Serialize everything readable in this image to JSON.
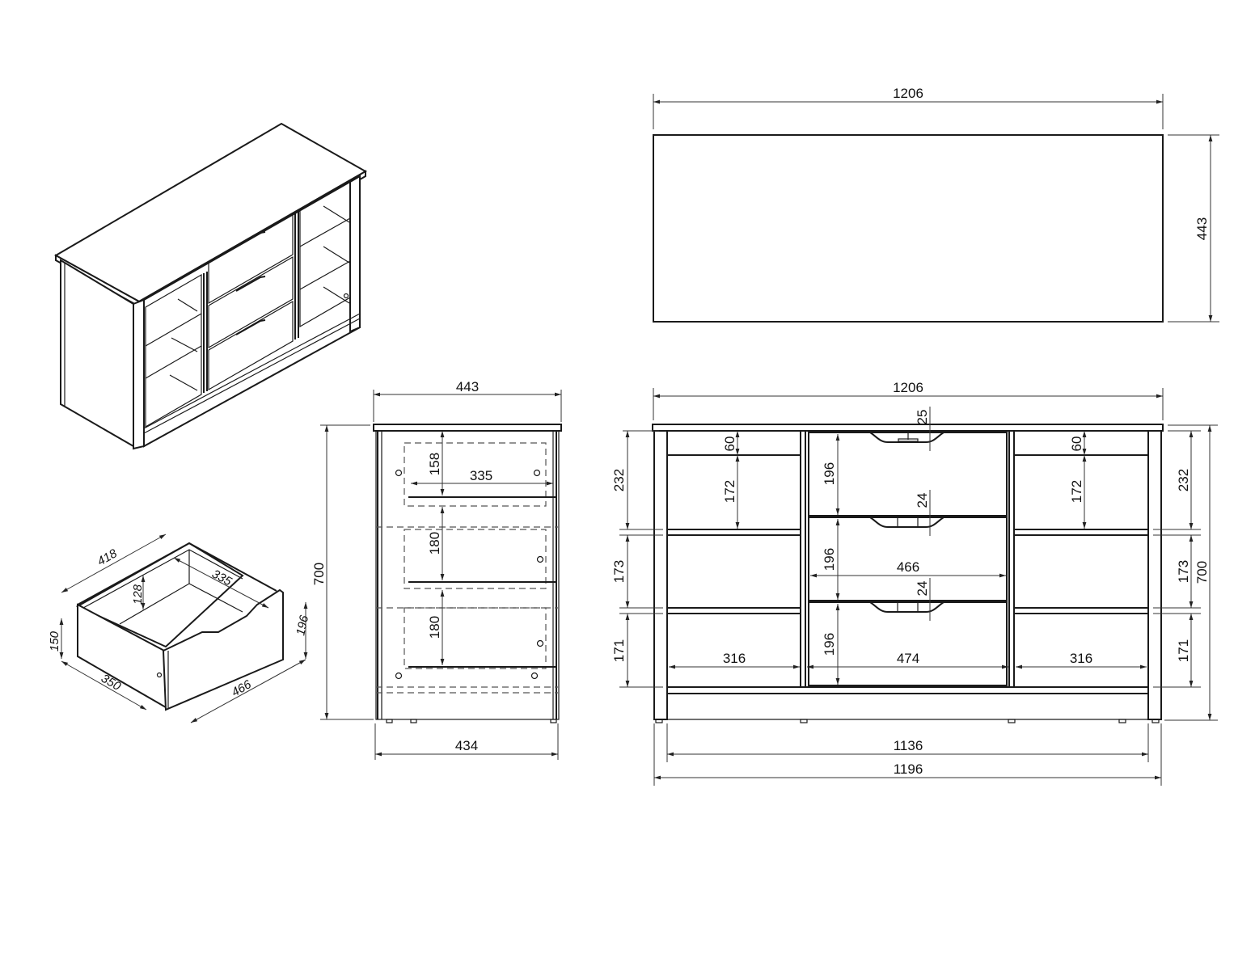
{
  "drawing": {
    "isometric_view": {
      "label": "isometric-sideboard"
    },
    "drawer_view": {
      "dims": {
        "top_depth": "418",
        "inner_depth": "335",
        "inner_height": "128",
        "side_height": "150",
        "front_height": "196",
        "bottom_depth": "350",
        "front_width": "466"
      }
    },
    "side_view": {
      "dims": {
        "top_depth": "443",
        "height": "700",
        "shelf_gap_top": "158",
        "inner_depth": "335",
        "shelf_gap_mid": "180",
        "shelf_gap_low": "180",
        "bottom_depth": "434"
      }
    },
    "top_view": {
      "dims": {
        "width": "1206",
        "depth": "443"
      }
    },
    "front_view": {
      "dims": {
        "width_top": "1206",
        "top_overhang": "25",
        "left_top_gap": "60",
        "left_shelf_gap": "172",
        "left_upper_section": "232",
        "left_mid_section": "173",
        "left_low_section": "171",
        "left_compartment_width": "316",
        "drawer_height_1": "196",
        "drawer_height_2": "196",
        "drawer_height_3": "196",
        "handle_gap_1": "24",
        "handle_gap_2": "24",
        "drawer_width": "466",
        "drawer_opening_width": "474",
        "right_top_gap": "60",
        "right_shelf_gap": "172",
        "right_upper_section": "232",
        "right_mid_section": "173",
        "right_low_section": "171",
        "right_compartment_width": "316",
        "total_height": "700",
        "inner_width": "1136",
        "base_width": "1196"
      }
    }
  }
}
